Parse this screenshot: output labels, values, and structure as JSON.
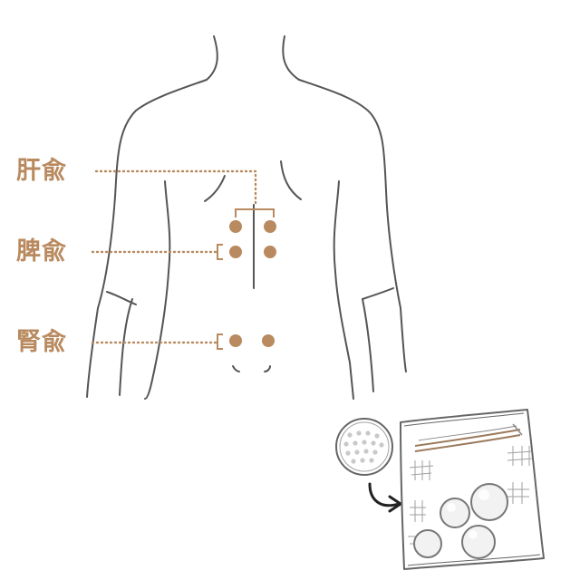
{
  "points": [
    {
      "id": "kanyu",
      "label": "肝兪"
    },
    {
      "id": "hiyu",
      "label": "脾兪"
    },
    {
      "id": "jinyu",
      "label": "腎兪"
    }
  ],
  "colors": {
    "accent": "#b98a5f",
    "line": "#555555",
    "sketch": "#666666"
  }
}
